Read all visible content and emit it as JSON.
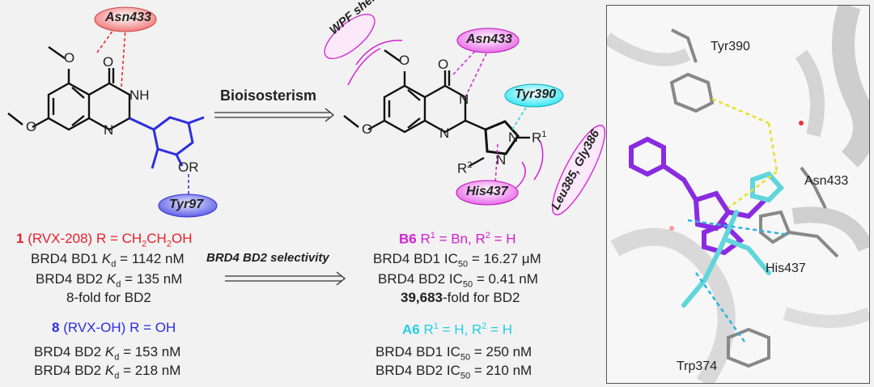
{
  "left": {
    "compound1": {
      "id": "1",
      "name": "(RVX-208)",
      "r_prefix": "R = ",
      "r_value": "CH",
      "r_sub1": "2",
      "r_mid": "CH",
      "r_sub2": "2",
      "r_end": "OH"
    },
    "c1_bd1": {
      "prefix": "BRD4 BD1 ",
      "k": "K",
      "sub": "d",
      "rest": " = 1142 nM"
    },
    "c1_bd2": {
      "prefix": "BRD4 BD2 ",
      "k": "K",
      "sub": "d",
      "rest": " = 135 nM"
    },
    "c1_fold": "8-fold for BD2",
    "compound8": {
      "id": "8",
      "name": "(RVX-OH)",
      "r": "R = OH"
    },
    "c8_a": {
      "prefix": "BRD4 BD2 ",
      "k": "K",
      "sub": "d",
      "rest": " = 153 nM"
    },
    "c8_b": {
      "prefix": "BRD4 BD2 ",
      "k": "K",
      "sub": "d",
      "rest": " = 218 nM"
    }
  },
  "labels": {
    "asn433_left": "Asn433",
    "tyr97": "Tyr97",
    "nh": "NH",
    "n": "N",
    "o": "O",
    "or": "OR",
    "asn433_right": "Asn433",
    "tyr390": "Tyr390",
    "his437": "His437",
    "wpf": "WPF shelf",
    "leu": "Leu385, Gly386",
    "r1": "R",
    "r1_sup": "1",
    "r2": "R",
    "r2_sup": "2"
  },
  "arrows": {
    "bioisosterism": "Bioisosterism",
    "selectivity": "BRD4 BD2 selectivity"
  },
  "right": {
    "b6": {
      "id": "B6",
      "rest": "R",
      "s1": "1",
      "mid": " = Bn, R",
      "s2": "2",
      "end": " = H"
    },
    "b6_bd1": {
      "prefix": "BRD4 BD1 IC",
      "sub": "50",
      "rest": " = 16.27 μM"
    },
    "b6_bd2": {
      "prefix": "BRD4 BD2 IC",
      "sub": "50",
      "rest": " = 0.41 nM"
    },
    "b6_fold": {
      "bold": "39,683",
      "rest": "-fold for BD2"
    },
    "a6": {
      "id": "A6",
      "rest": "R",
      "s1": "1",
      "mid": " = H, R",
      "s2": "2",
      "end": " = H"
    },
    "a6_bd1": {
      "prefix": "BRD4 BD1 IC",
      "sub": "50",
      "rest": " = 250 nM"
    },
    "a6_bd2": {
      "prefix": "BRD4 BD2 IC",
      "sub": "50",
      "rest": " = 210 nM"
    }
  },
  "panel": {
    "tyr390": "Tyr390",
    "asn433": "Asn433",
    "his437": "His437",
    "trp374": "Trp374"
  },
  "colors": {
    "red": "#e8202a",
    "blue": "#2e2ee0",
    "magenta": "#d21fd2",
    "cyan": "#22cfe0",
    "purple": "#8a2be2"
  }
}
